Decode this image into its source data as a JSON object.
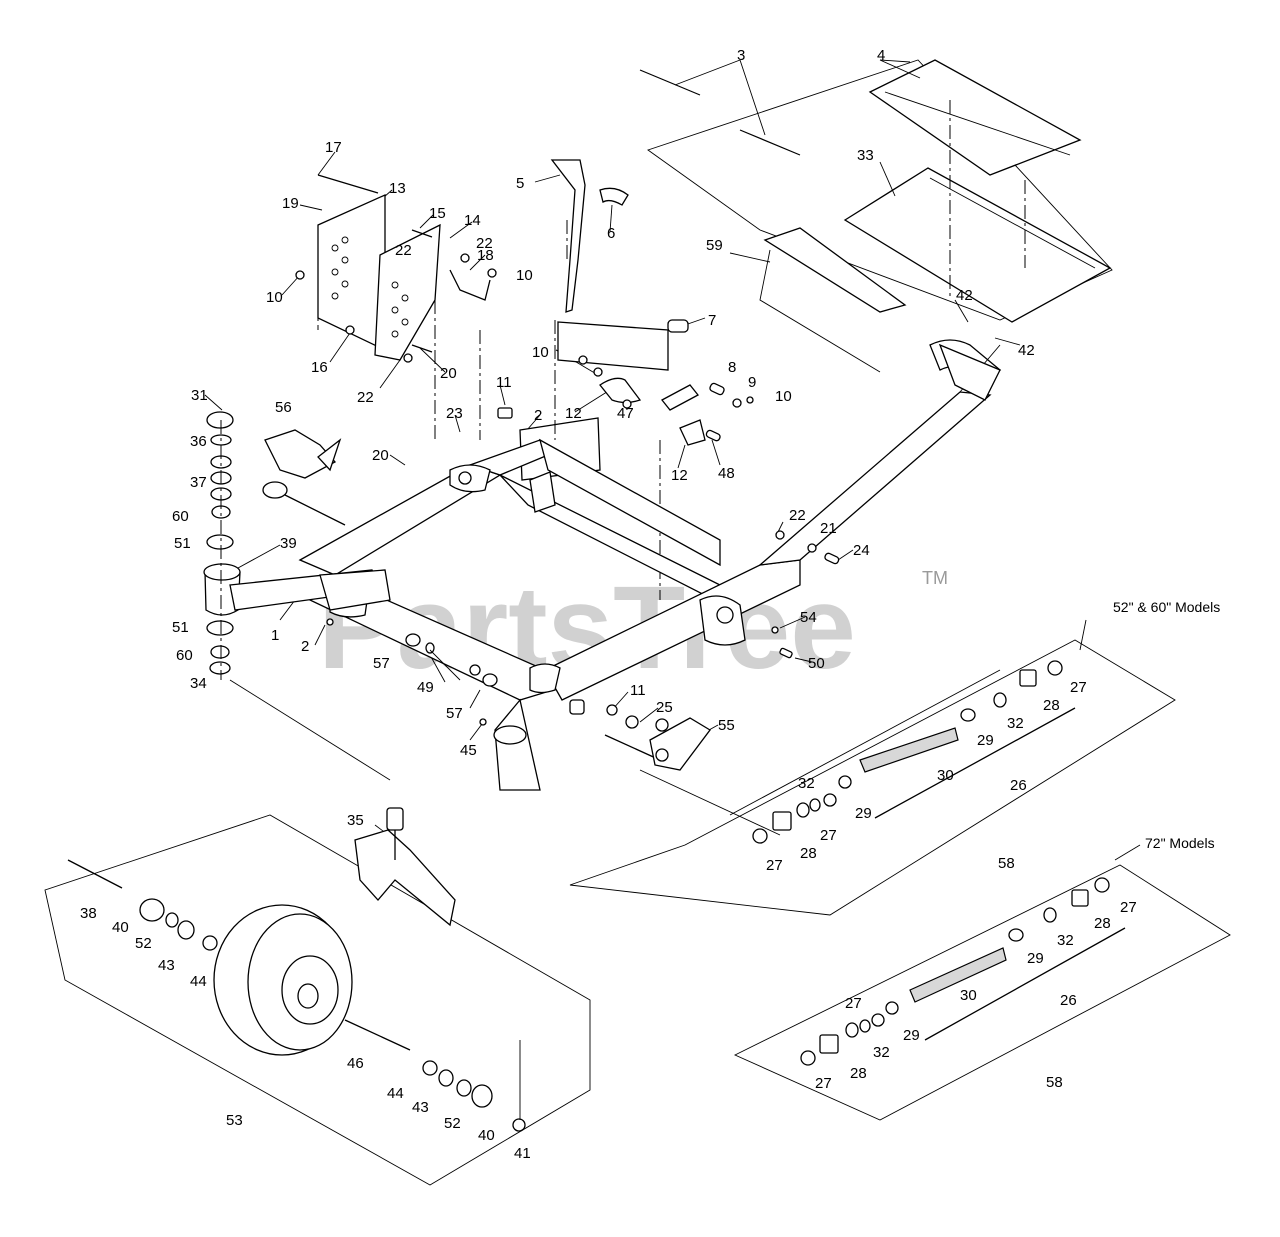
{
  "watermark": {
    "text": "PartsTree",
    "trademark": "TM"
  },
  "notes": {
    "models_52_60": "52\" & 60\" Models",
    "models_72": "72\" Models"
  },
  "callouts": {
    "c1": "1",
    "c2a": "2",
    "c2b": "2",
    "c3": "3",
    "c4": "4",
    "c5": "5",
    "c6": "6",
    "c7": "7",
    "c8": "8",
    "c9": "9",
    "c10a": "10",
    "c10b": "10",
    "c10c": "10",
    "c10d": "10",
    "c11a": "11",
    "c11b": "11",
    "c12a": "12",
    "c12b": "12",
    "c13": "13",
    "c14": "14",
    "c15": "15",
    "c16": "16",
    "c17": "17",
    "c18": "18",
    "c19": "19",
    "c20a": "20",
    "c20b": "20",
    "c21": "21",
    "c22a": "22",
    "c22b": "22",
    "c22c": "22",
    "c22d": "22",
    "c23": "23",
    "c24": "24",
    "c25": "25",
    "c26a": "26",
    "c26b": "26",
    "c27a": "27",
    "c27b": "27",
    "c27c": "27",
    "c27d": "27",
    "c27e": "27",
    "c27f": "27",
    "c28a": "28",
    "c28b": "28",
    "c28c": "28",
    "c28d": "28",
    "c29a": "29",
    "c29b": "29",
    "c29c": "29",
    "c29d": "29",
    "c30a": "30",
    "c30b": "30",
    "c31": "31",
    "c32a": "32",
    "c32b": "32",
    "c32c": "32",
    "c32d": "32",
    "c33": "33",
    "c34": "34",
    "c35": "35",
    "c36": "36",
    "c37": "37",
    "c38": "38",
    "c39": "39",
    "c40a": "40",
    "c40b": "40",
    "c41": "41",
    "c42a": "42",
    "c42b": "42",
    "c43a": "43",
    "c43b": "43",
    "c44a": "44",
    "c44b": "44",
    "c45": "45",
    "c46": "46",
    "c47": "47",
    "c48": "48",
    "c49": "49",
    "c50": "50",
    "c51a": "51",
    "c51b": "51",
    "c52a": "52",
    "c52b": "52",
    "c53": "53",
    "c54": "54",
    "c55": "55",
    "c56": "56",
    "c57a": "57",
    "c57b": "57",
    "c58a": "58",
    "c58b": "58",
    "c59": "59",
    "c60a": "60",
    "c60b": "60"
  }
}
